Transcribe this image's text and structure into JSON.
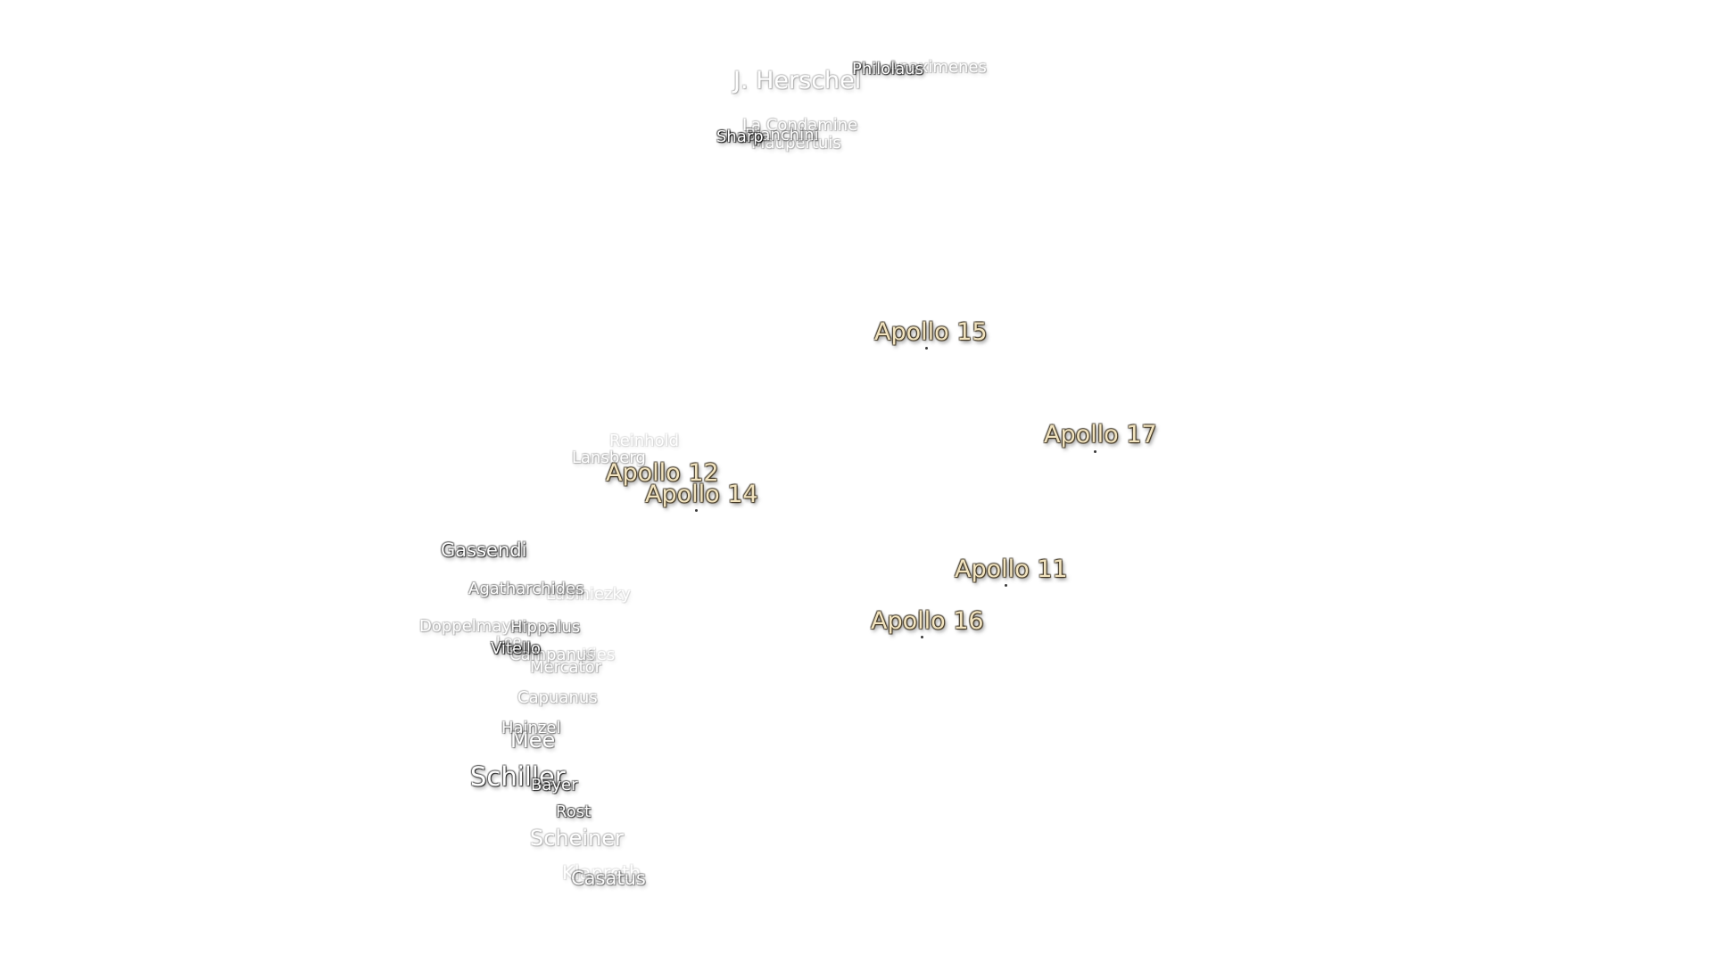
{
  "craters": {
    "j_herschel": "J. Herschel",
    "philolaus": "Philolaus",
    "anaximenes": "Anaximenes",
    "la_condamine": "La Condamine",
    "maupertuis": "Maupertuis",
    "bianchini": "Bianchini",
    "sharp": "Sharp",
    "reinhold": "Reinhold",
    "lansberg": "Lansberg",
    "gassendi": "Gassendi",
    "agatharchides": "Agatharchides",
    "lubiniezky": "Lubiniezky",
    "doppelmayer": "Doppelmayer",
    "hippalus": "Hippalus",
    "vitello": "Vitello",
    "lee": "Lee",
    "campanus": "Campanus",
    "kies": "Kies",
    "mercator": "Mercator",
    "capuanus": "Capuanus",
    "hainzel": "Hainzel",
    "mee": "Mee",
    "schiller": "Schiller",
    "bayer": "Bayer",
    "rost": "Rost",
    "scheiner": "Scheiner",
    "klaproth": "Klaproth",
    "casatus": "Casatus"
  },
  "landing_sites": {
    "apollo_15": "Apollo 15",
    "apollo_17": "Apollo 17",
    "apollo_12": "Apollo 12",
    "apollo_14": "Apollo 14",
    "apollo_11": "Apollo 11",
    "apollo_16": "Apollo 16"
  },
  "colors": {
    "background": "#ffffff",
    "crater_label": "#ffffff",
    "apollo_label": "#f1e3bf",
    "label_outline": "#000000"
  }
}
